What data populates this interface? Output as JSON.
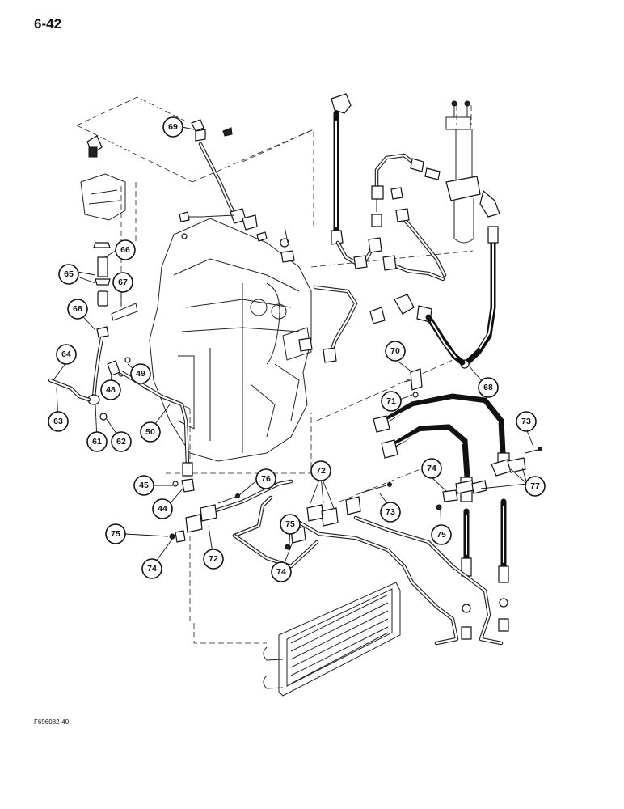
{
  "page": {
    "number": "6-42",
    "figure_code": "F696082-40"
  },
  "callouts": [
    {
      "id": "69",
      "label": "69"
    },
    {
      "id": "66",
      "label": "66"
    },
    {
      "id": "65",
      "label": "65"
    },
    {
      "id": "67",
      "label": "67"
    },
    {
      "id": "68a",
      "label": "68"
    },
    {
      "id": "64",
      "label": "64"
    },
    {
      "id": "49",
      "label": "49"
    },
    {
      "id": "48",
      "label": "48"
    },
    {
      "id": "63",
      "label": "63"
    },
    {
      "id": "61",
      "label": "61"
    },
    {
      "id": "62",
      "label": "62"
    },
    {
      "id": "50",
      "label": "50"
    },
    {
      "id": "70",
      "label": "70"
    },
    {
      "id": "71",
      "label": "71"
    },
    {
      "id": "68b",
      "label": "68"
    },
    {
      "id": "73a",
      "label": "73"
    },
    {
      "id": "72a",
      "label": "72"
    },
    {
      "id": "74a",
      "label": "74"
    },
    {
      "id": "77",
      "label": "77"
    },
    {
      "id": "45",
      "label": "45"
    },
    {
      "id": "44",
      "label": "44"
    },
    {
      "id": "76",
      "label": "76"
    },
    {
      "id": "73b",
      "label": "73"
    },
    {
      "id": "75a",
      "label": "75"
    },
    {
      "id": "75b",
      "label": "75"
    },
    {
      "id": "75c",
      "label": "75"
    },
    {
      "id": "74b",
      "label": "74"
    },
    {
      "id": "72b",
      "label": "72"
    },
    {
      "id": "74c",
      "label": "74"
    }
  ]
}
